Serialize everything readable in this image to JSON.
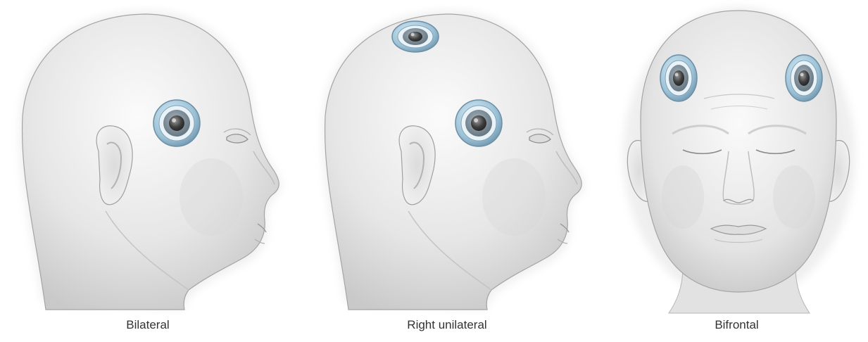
{
  "panels": [
    {
      "label": "Bilateral"
    },
    {
      "label": "Right unilateral"
    },
    {
      "label": "Bifrontal"
    }
  ],
  "colors": {
    "skin_light": "#f6f6f6",
    "skin_mid": "#dedede",
    "skin_shadow": "#bdbdbd",
    "outline": "#9a9a9a",
    "electrode_rim": "#9fc3d6",
    "electrode_ring": "#5f87a3",
    "electrode_core": "#3c3c3c"
  }
}
